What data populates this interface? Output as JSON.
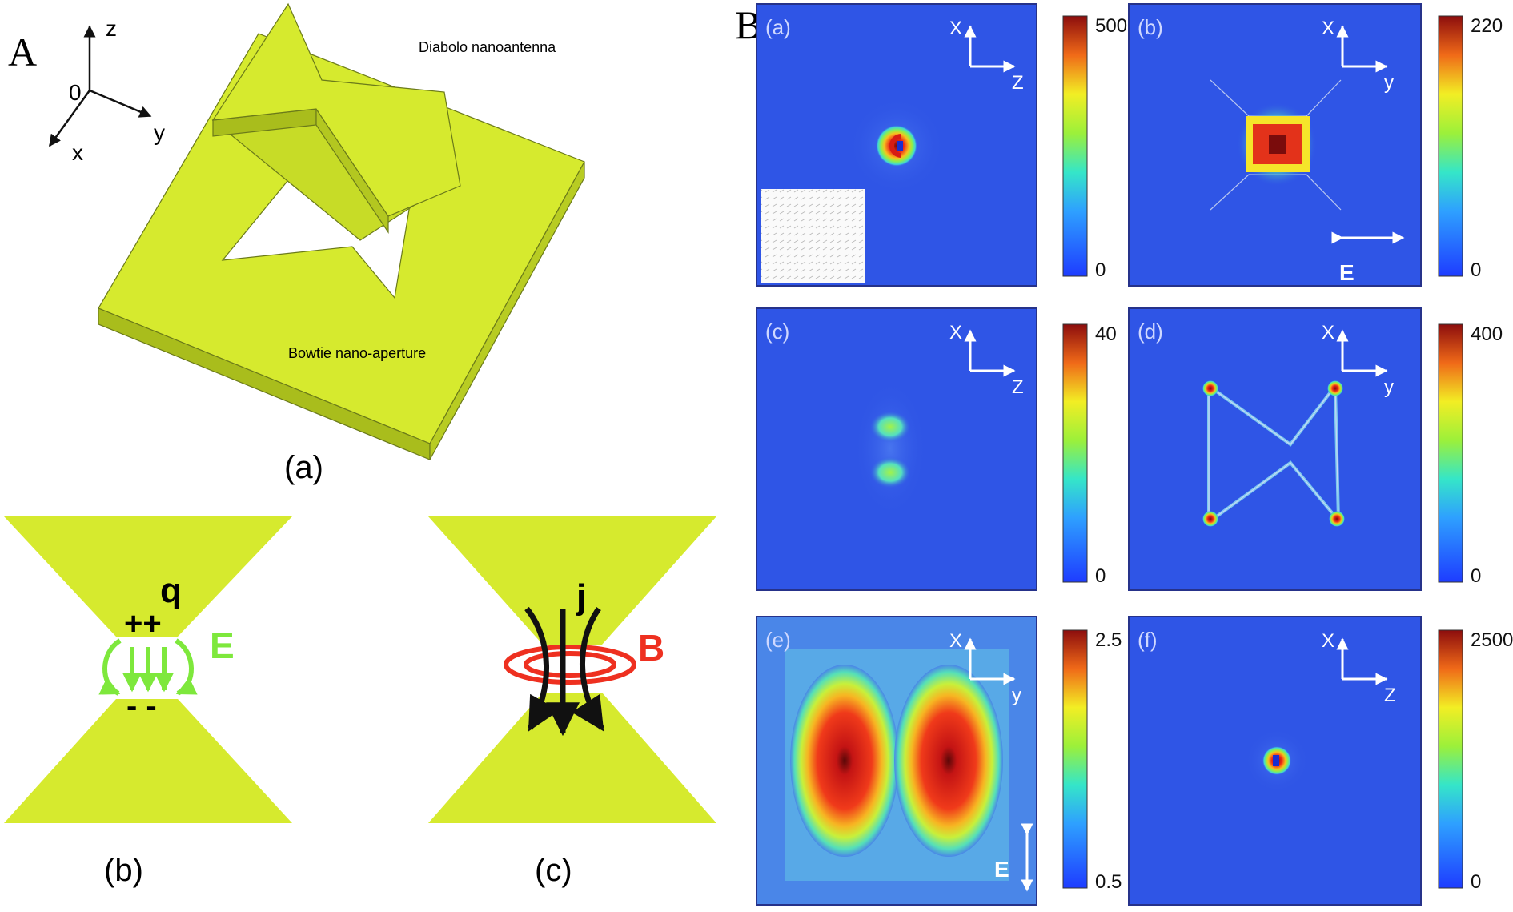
{
  "panel_A": {
    "label": "A",
    "axes": {
      "z": "z",
      "y": "y",
      "x": "x",
      "origin": "0"
    },
    "diabolo_label": "Diabolo nanoantenna",
    "bowtie_label": "Bowtie nano-aperture",
    "caption_a": "(a)",
    "caption_b": "(b)",
    "caption_c": "(c)",
    "b_charge": "q",
    "b_plus": "++",
    "b_minus": "- -",
    "b_field": "E",
    "c_current": "j",
    "c_field": "B"
  },
  "panel_B": {
    "label": "B",
    "maps": [
      {
        "id": "a",
        "label": "(a)",
        "ax1": "X",
        "ax2": "Z",
        "cmax": "500",
        "cmin": "0"
      },
      {
        "id": "b",
        "label": "(b)",
        "ax1": "X",
        "ax2": "y",
        "cmax": "220",
        "cmin": "0",
        "pol": "E"
      },
      {
        "id": "c",
        "label": "(c)",
        "ax1": "X",
        "ax2": "Z",
        "cmax": "40",
        "cmin": "0"
      },
      {
        "id": "d",
        "label": "(d)",
        "ax1": "X",
        "ax2": "y",
        "cmax": "400",
        "cmin": "0"
      },
      {
        "id": "e",
        "label": "(e)",
        "ax1": "X",
        "ax2": "y",
        "cmax": "2.5",
        "cmin": "0.5",
        "pol": "E"
      },
      {
        "id": "f",
        "label": "(f)",
        "ax1": "X",
        "ax2": "Z",
        "cmax": "2500",
        "cmin": "0"
      }
    ]
  },
  "colors": {
    "gold": "#d6ea2e",
    "field_bg": "#2f55e6",
    "e_field": "#7ee83c",
    "b_field": "#ee3020"
  }
}
